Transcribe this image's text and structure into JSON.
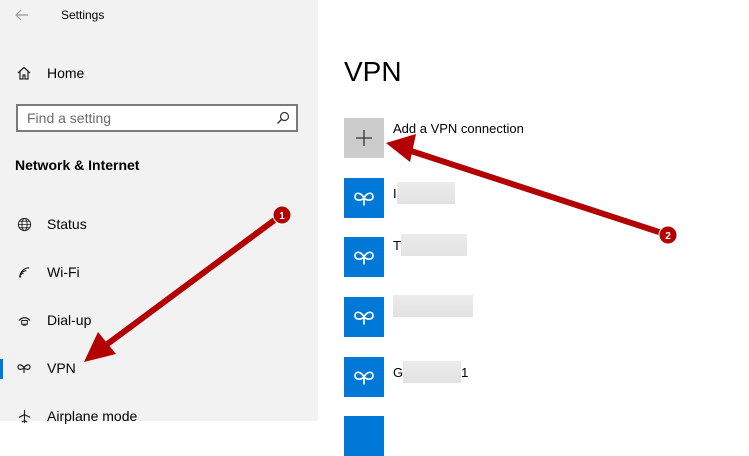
{
  "window": {
    "title": "Settings"
  },
  "sidebar": {
    "home_label": "Home",
    "search": {
      "placeholder": "Find a setting"
    },
    "section_title": "Network & Internet",
    "items": [
      {
        "label": "Status",
        "icon": "globe-icon"
      },
      {
        "label": "Wi-Fi",
        "icon": "wifi-icon"
      },
      {
        "label": "Dial-up",
        "icon": "dialup-icon"
      },
      {
        "label": "VPN",
        "icon": "vpn-icon",
        "selected": true
      },
      {
        "label": "Airplane mode",
        "icon": "airplane-icon"
      }
    ]
  },
  "main": {
    "title": "VPN",
    "add_label": "Add a VPN connection",
    "connections": [
      {
        "prefix": "I"
      },
      {
        "prefix": "T"
      },
      {
        "prefix": ""
      },
      {
        "prefix": "G",
        "suffix": "1"
      },
      {
        "prefix": ""
      }
    ]
  },
  "annotations": {
    "badge_1": "1",
    "badge_2": "2"
  },
  "colors": {
    "accent": "#0078d7",
    "arrow": "#b30000",
    "sidebar_bg": "#f2f2f2",
    "add_tile": "#cccccc"
  }
}
